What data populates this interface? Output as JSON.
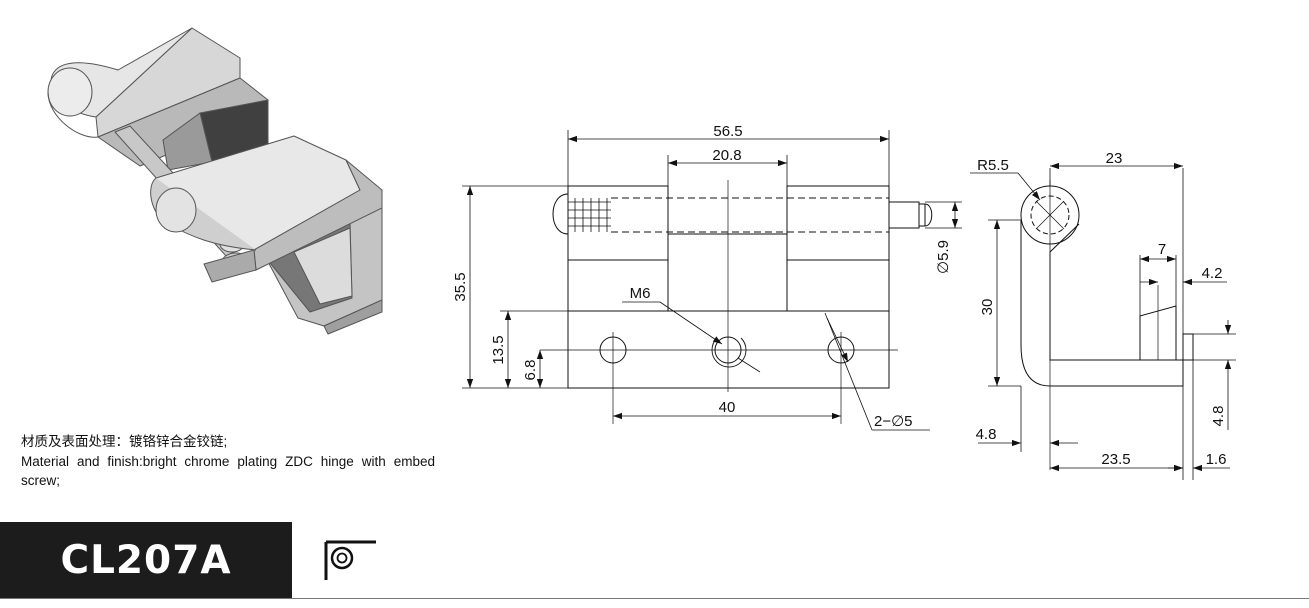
{
  "dimensions": {
    "front": {
      "overall_width": "56.5",
      "knuckle_width": "20.8",
      "height": "35.5",
      "leaf_height": "13.5",
      "hole_center_height": "6.8",
      "thread": "M6",
      "hole_spacing": "40",
      "holes": "2−∅5"
    },
    "side": {
      "pin_diameter": "∅5.9",
      "radius": "R5.5",
      "depth": "23",
      "height": "30",
      "step": "7",
      "step_offset": "4.2",
      "thickness": "4.8",
      "base_offset": "4.8",
      "base_length": "23.5",
      "tip": "1.6"
    }
  },
  "description": {
    "cn": "材质及表面处理：镀铬锌合金铰链;",
    "en": "Material and finish:bright chrome plating ZDC hinge with embed screw;"
  },
  "model": "CL207A",
  "colors": {
    "ink": "#111111",
    "model_bg": "#1c1c1c",
    "model_text": "#ffffff",
    "part_fill": "#dcdcdc"
  },
  "icons": {
    "hinge_symbol": "hinge-symbol-icon"
  }
}
